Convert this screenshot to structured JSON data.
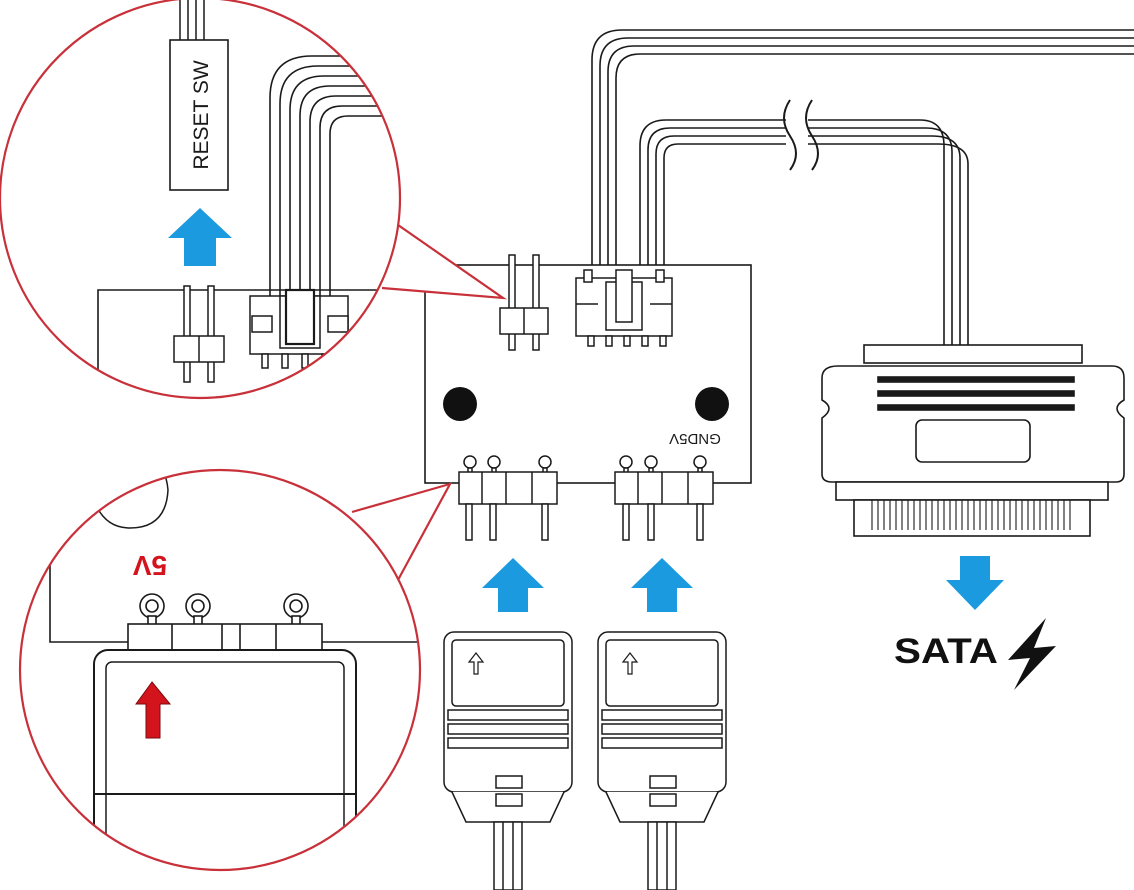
{
  "labels": {
    "reset_sw": "RESET SW",
    "five_v": "5V",
    "gnd_5v": "GND5V",
    "sata": "SATA"
  },
  "colors": {
    "zoom_circle": "#c8313a",
    "blue_arrow": "#1b9ae0",
    "red_arrow": "#d4141c",
    "line": "#1a1a1a",
    "background": "#ffffff"
  },
  "icons": [
    "lightning-bolt-icon",
    "blue-arrow-up-icon",
    "blue-arrow-down-icon",
    "red-arrow-up-icon",
    "cable-break-icon"
  ]
}
